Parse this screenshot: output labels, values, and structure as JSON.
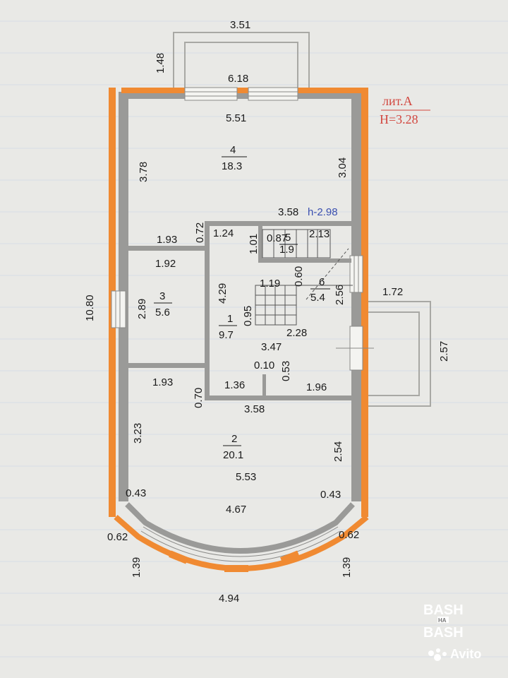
{
  "header": {
    "lit": "лит.А",
    "height": "H=3.28"
  },
  "rooms": [
    {
      "number": "4",
      "area": "18.3"
    },
    {
      "number": "3",
      "area": "5.6"
    },
    {
      "number": "1",
      "area": "9.7"
    },
    {
      "number": "5",
      "area": "1.9"
    },
    {
      "number": "6",
      "area": "5.4"
    },
    {
      "number": "2",
      "area": "20.1"
    }
  ],
  "stair_height": "h-2.98",
  "dims": {
    "porch_top_width": "3.51",
    "porch_top_depth": "1.48",
    "top_outer": "6.18",
    "top_inner": "5.51",
    "r4_left": "3.78",
    "r4_right": "3.04",
    "hall_top": "3.58",
    "d072": "0.72",
    "d193a": "1.93",
    "d124": "1.24",
    "d101": "1.01",
    "d087": "0.87",
    "d213": "2.13",
    "d192": "1.92",
    "d060": "0.60",
    "d119": "1.19",
    "d256": "2.56",
    "d429": "4.29",
    "d289": "2.89",
    "d095": "0.95",
    "d228": "2.28",
    "d347": "3.47",
    "d1080": "10.80",
    "d172": "1.72",
    "d257": "2.57",
    "d010": "0.10",
    "d053": "0.53",
    "d193b": "1.93",
    "d070": "0.70",
    "d136": "1.36",
    "d196": "1.96",
    "hall_bottom": "3.58",
    "d323": "3.23",
    "d254": "2.54",
    "d553": "5.53",
    "d043l": "0.43",
    "d043r": "0.43",
    "d467": "4.67",
    "d062l": "0.62",
    "d062r": "0.62",
    "d139l": "1.39",
    "d139r": "1.39",
    "d494": "4.94"
  },
  "watermark": {
    "logo_line1": "BASH",
    "logo_mid": "НА",
    "logo_line2": "BASH",
    "brand": "Avito"
  },
  "colors": {
    "wall_orange": "#f08a32",
    "wall_gray": "#9a9a98",
    "paper": "#e9e9e6",
    "accent_red": "#d2473f",
    "accent_blue": "#3a4fb0"
  }
}
